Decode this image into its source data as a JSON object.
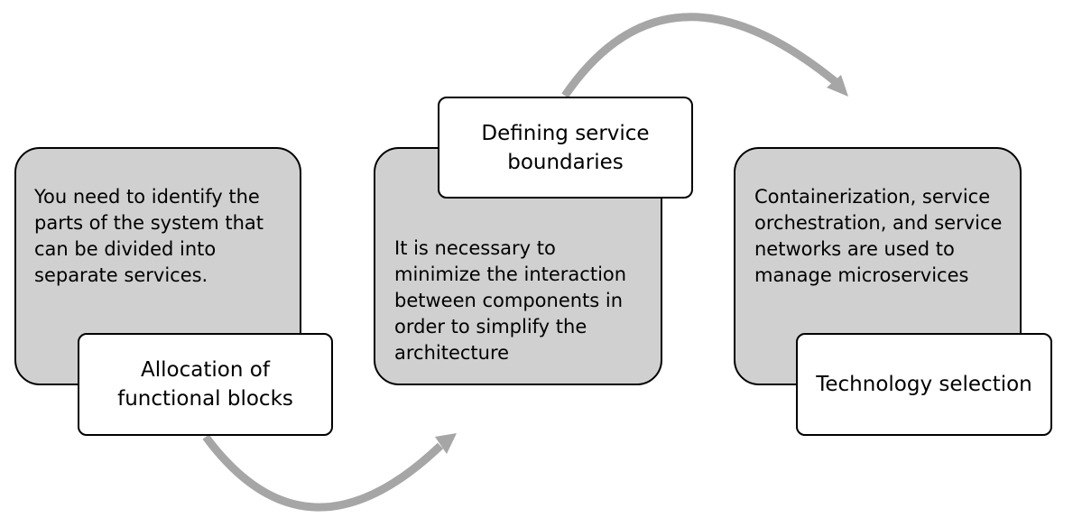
{
  "colors": {
    "grey_box_fill": "#d0d0d0",
    "white_box_fill": "#ffffff",
    "outline": "#000000",
    "arrow": "#a6a6a6"
  },
  "steps": [
    {
      "title": "Allocation of\nfunctional blocks",
      "description": "  You need to identify the\nparts of the system that\ncan be divided into\nseparate services."
    },
    {
      "title": "Defining service\nboundaries",
      "description": "  It is necessary to\nminimize the interaction\nbetween components in\norder to simplify the\narchitecture"
    },
    {
      "title": "Technology selection",
      "description": "  Containerization, service\norchestration, and service\nnetworks are used to\nmanage microservices"
    }
  ],
  "connectors": [
    {
      "icon": "curved-arrow-icon",
      "from": "Allocation of functional blocks",
      "to": "Defining service boundaries"
    },
    {
      "icon": "curved-arrow-icon",
      "from": "Defining service boundaries",
      "to": "Technology selection"
    }
  ]
}
